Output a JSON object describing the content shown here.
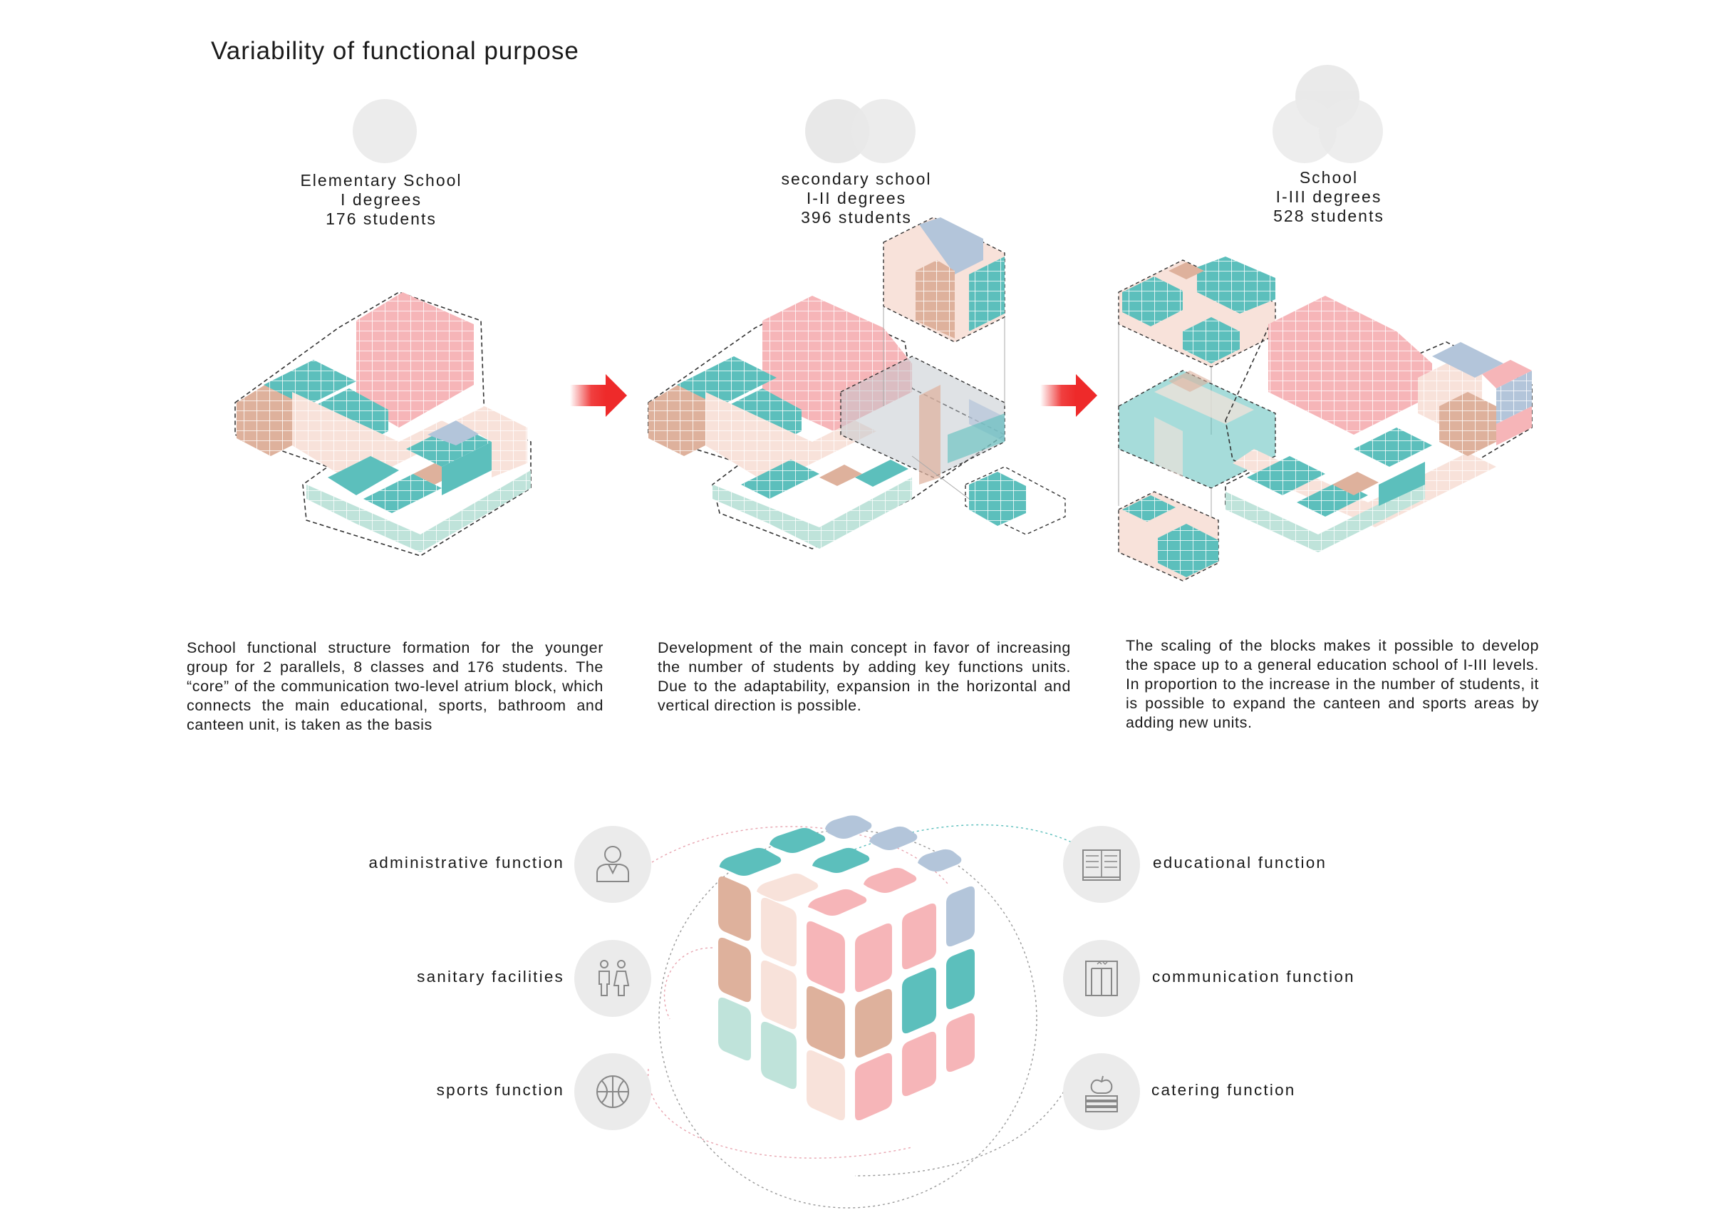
{
  "title": "Variability of functional purpose",
  "stages": [
    {
      "name": "Elementary School",
      "degrees": "I degrees",
      "students": "176 students",
      "description": "School functional structure formation for the younger group for 2 parallels, 8 classes and 176 students. The “core” of the communication two-level atrium block, which connects the main educational, sports, bathroom and canteen unit, is taken as the basis"
    },
    {
      "name": "secondary school",
      "degrees": "I-II degrees",
      "students": "396 students",
      "description": "Development of the main concept in favor of increasing the number of students by adding key functions units. Due to the adaptability, expansion in the horizontal and vertical direction is possible."
    },
    {
      "name": "School",
      "degrees": "I-III degrees",
      "students": "528 students",
      "description": "The scaling of the blocks makes it possible to develop the space up to a general education school of I-III levels. In proportion to the increase in the number of students, it is possible to expand the canteen and sports areas by adding new units."
    }
  ],
  "legend": {
    "left": [
      {
        "label": "administrative function",
        "icon": "person-icon"
      },
      {
        "label": "sanitary facilities",
        "icon": "restroom-icon"
      },
      {
        "label": "sports function",
        "icon": "ball-icon"
      }
    ],
    "right": [
      {
        "label": "educational function",
        "icon": "book-icon"
      },
      {
        "label": "communication function",
        "icon": "elevator-icon"
      },
      {
        "label": "catering function",
        "icon": "apple-icon"
      }
    ]
  },
  "colors": {
    "pink": "#f6b5b8",
    "teal": "#5cbfbc",
    "tan": "#deb19c",
    "cream": "#f8e2da",
    "blue": "#b3c5da",
    "mint": "#bfe3da",
    "arrow": "#ee2a2a",
    "circle": "#ebebeb"
  }
}
